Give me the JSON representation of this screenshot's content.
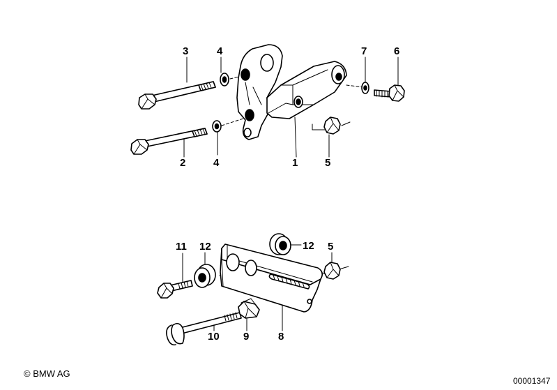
{
  "upper_group": {
    "labels": {
      "bolt_upper": "3",
      "washer_upper": "4",
      "bolt_lower": "2",
      "washer_lower": "4",
      "bracket": "1",
      "nut": "5",
      "spring_washer": "7",
      "hex_bolt": "6"
    }
  },
  "lower_group": {
    "labels": {
      "hex_bolt": "11",
      "bushing_left": "12",
      "bushing_right": "12",
      "nut": "5",
      "carriage_bolt": "10",
      "square_nut": "9",
      "slotted_plate": "8"
    }
  },
  "footer": {
    "copyright": "© BMW AG",
    "doc_number": "00001347"
  }
}
